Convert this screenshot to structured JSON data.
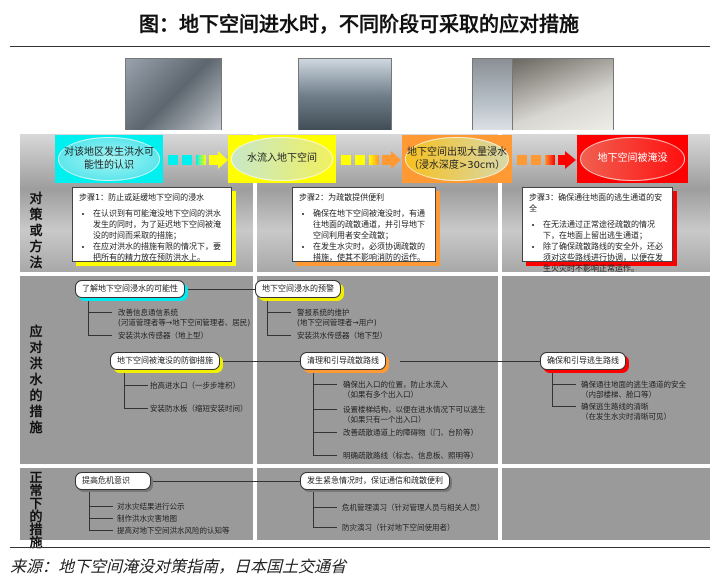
{
  "title": "图：地下空间进水时，不同阶段可采取的应对措施",
  "stages": [
    {
      "label": "对该地区发生洪水可能性的认识",
      "color": "#00f0f0"
    },
    {
      "label": "水流入地下空间",
      "color": "#ffff00"
    },
    {
      "label": "地下空间出现大量浸水（浸水深度>30cm）",
      "color": "#ff9933"
    },
    {
      "label": "地下空间被淹没",
      "color": "#ff0000"
    }
  ],
  "sections": {
    "s1": "对策或方法",
    "s2": "应对洪水的措施",
    "s3": "正常下的措施"
  },
  "steps": [
    {
      "title": "步骤1：防止或延缓地下空间的浸水",
      "bullets": [
        "在认识到有可能淹没地下空间的洪水发生的同时，为了延迟地下空间被淹没的时间而采取的措施；",
        "在应对洪水的措施有限的情况下，要把所有的精力放在预防洪水上。"
      ]
    },
    {
      "title": "步骤2：为疏散提供便利",
      "bullets": [
        "确保在地下空间被淹没时，有通往地面的疏散通道，并引导地下空间利用者安全疏散；",
        "在发生水灾时，必须协调疏散的措施，使其不影响消防的运作。"
      ]
    },
    {
      "title": "步骤3：确保通往地面的逃生通道的安全",
      "bullets": [
        "在无法通过正常途径疏散的情况下，在地面上留出逃生通道；",
        "除了确保疏散路线的安全外，还必须对这些路线进行协调，以便在发生火灾时不影响正常运作。"
      ]
    }
  ],
  "measures": {
    "m1": {
      "label": "了解地下空间浸水的可能性",
      "items": [
        "改善信息通信系统\n(河道管理者等→地下空间管理者、居民)",
        "安装洪水传感器（地上型）"
      ]
    },
    "m2": {
      "label": "地下空间浸水的预警",
      "items": [
        "警报系统的维护\n(地下空间管理者→用户)",
        "安装洪水传感器（地下型）"
      ]
    },
    "m3": {
      "label": "地下空间被淹没的防御措施",
      "items": [
        "抬高进水口（一步步堆积）",
        "安装防水板（缩短安装时间）"
      ]
    },
    "m4": {
      "label": "清理和引导疏散路线",
      "items": [
        "确保出入口的位置，防止水流入\n（如果有多个出入口）",
        "设置楼梯结构，以便在进水情况下可以逃生\n（如果只有一个出入口）",
        "改善疏散通道上的障碍物（门、台阶等）",
        "明确疏散路线（标志、信息板、照明等）"
      ]
    },
    "m5": {
      "label": "确保和引导逃生路线",
      "items": [
        "确保通往地面的逃生通道的安全\n（内部楼梯、舱口等）",
        "确保逃生路线的清晰\n（在发生水灾时清晰可见）"
      ]
    },
    "n1": {
      "label": "提高危机意识",
      "items": [
        "对水灾结果进行公示",
        "制作洪水灾害地图",
        "提高对地下空间洪水风险的认知等"
      ]
    },
    "n2": {
      "label": "发生紧急情况时，保证通信和疏散便利",
      "items": [
        "危机管理演习（针对管理人员与相关人员）",
        "防灾演习（针对地下空间使用者）"
      ]
    }
  },
  "source": "来源：地下空间淹没对策指南，日本国土交通省"
}
